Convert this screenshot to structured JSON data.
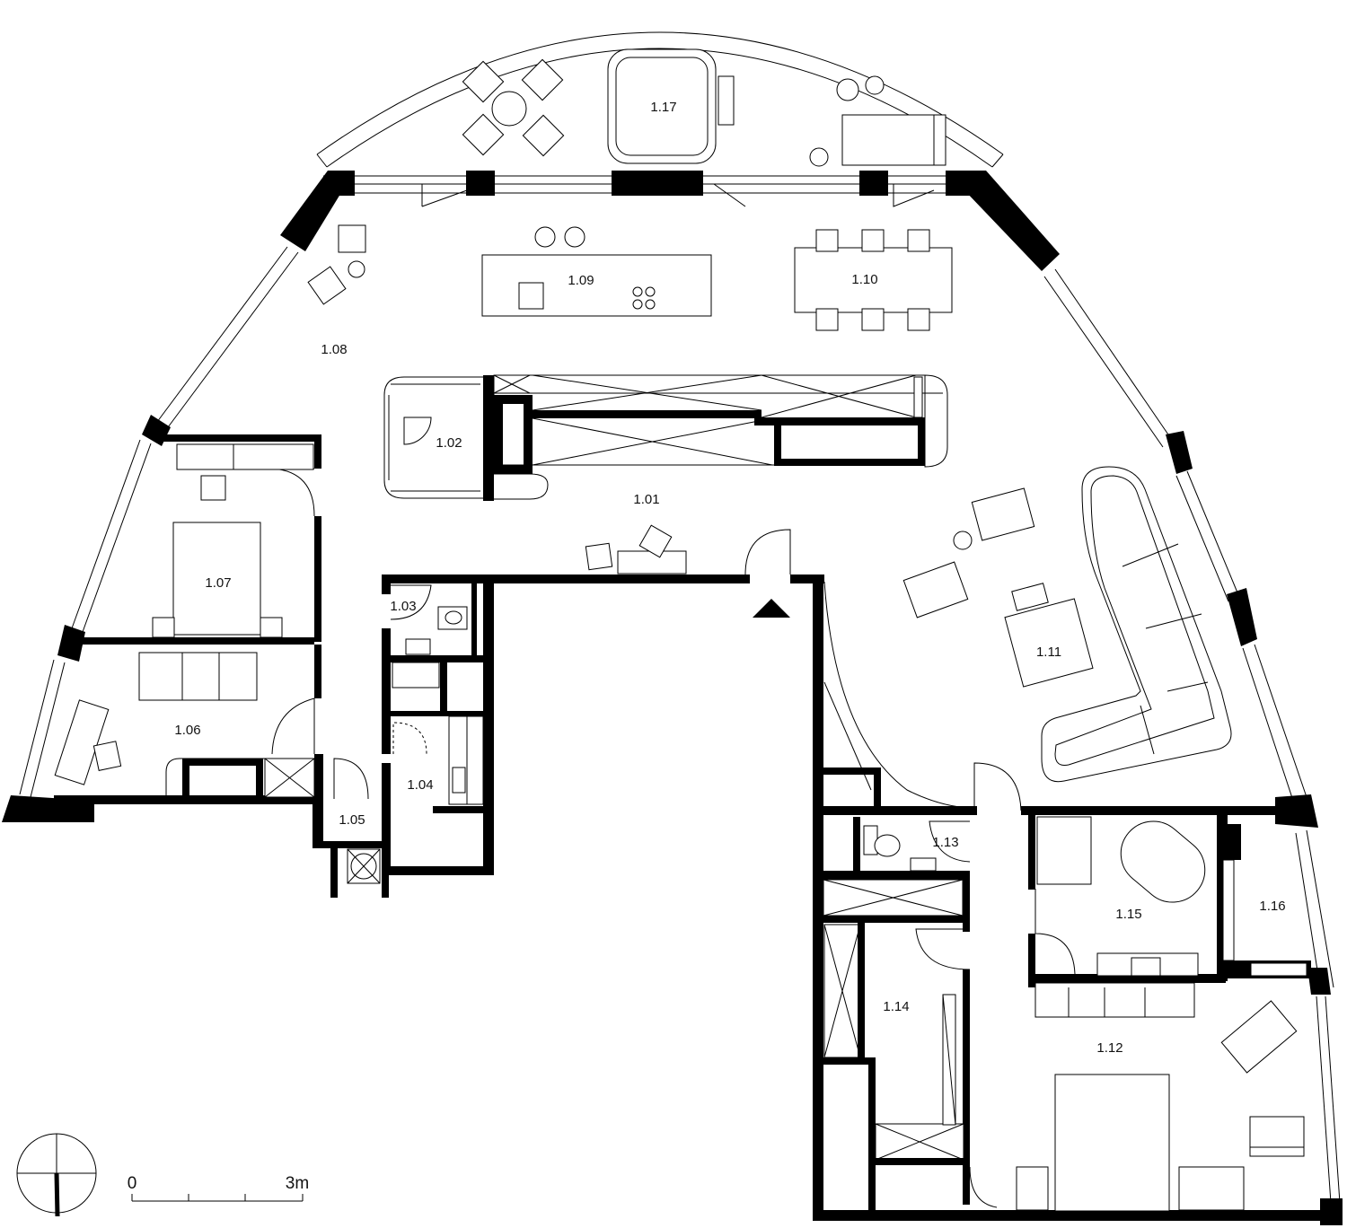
{
  "plan": {
    "rooms": [
      {
        "id": "1.01",
        "label": "1.01"
      },
      {
        "id": "1.02",
        "label": "1.02"
      },
      {
        "id": "1.03",
        "label": "1.03"
      },
      {
        "id": "1.04",
        "label": "1.04"
      },
      {
        "id": "1.05",
        "label": "1.05"
      },
      {
        "id": "1.06",
        "label": "1.06"
      },
      {
        "id": "1.07",
        "label": "1.07"
      },
      {
        "id": "1.08",
        "label": "1.08"
      },
      {
        "id": "1.09",
        "label": "1.09"
      },
      {
        "id": "1.10",
        "label": "1.10"
      },
      {
        "id": "1.11",
        "label": "1.11"
      },
      {
        "id": "1.12",
        "label": "1.12"
      },
      {
        "id": "1.13",
        "label": "1.13"
      },
      {
        "id": "1.14",
        "label": "1.14"
      },
      {
        "id": "1.15",
        "label": "1.15"
      },
      {
        "id": "1.16",
        "label": "1.16"
      },
      {
        "id": "1.17",
        "label": "1.17"
      }
    ],
    "scale_bar": {
      "start_label": "0",
      "end_label": "3m"
    },
    "colors": {
      "wall": "#000000",
      "line": "#000000",
      "background": "#ffffff"
    },
    "icons": [
      "north-arrow-icon",
      "entrance-arrow-icon",
      "scale-bar-icon"
    ]
  }
}
